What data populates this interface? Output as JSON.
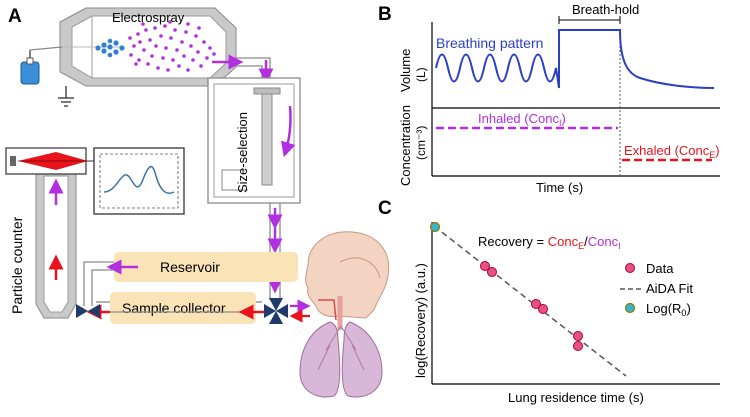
{
  "panel_a": {
    "letter": "A",
    "electrospray": "Electrospray",
    "size_selection": "Size-selection",
    "particle_counter": "Particle counter",
    "reservoir": "Reservoir",
    "sample_collector": "Sample collector"
  },
  "panel_b": {
    "letter": "B",
    "breath_hold": "Breath-hold",
    "breathing_pattern": "Breathing pattern",
    "volume_label": "Volume",
    "volume_unit": "(L)",
    "concentration_label": "Concentration",
    "concentration_unit": "(cm⁻³)",
    "inhaled_prefix": "Inhaled (Conc",
    "inhaled_sub": "I",
    "exhaled_prefix": "Exhaled (Conc",
    "exhaled_sub": "E",
    "close_paren": ")",
    "x_label": "Time (s)"
  },
  "panel_c": {
    "letter": "C",
    "formula_prefix": "Recovery = ",
    "formula_num": "Conc",
    "formula_num_sub": "E",
    "formula_slash": "/",
    "formula_den": "Conc",
    "formula_den_sub": "I",
    "legend_data": "Data",
    "legend_fit": "AiDA Fit",
    "legend_r0": "Log(R",
    "legend_r0_sub": "0",
    "legend_r0_close": ")",
    "y_label": "log(Recovery) (a.u.)",
    "x_label": "Lung residence time (s)"
  },
  "colors": {
    "blue_trace": "#2b3fc4",
    "magenta": "#b12fe0",
    "red": "#e8131c",
    "pink_point": "#e8508a",
    "teal_point": "#39b5c9",
    "reservoir_fill": "#fbe3b8",
    "gray_box": "#c9c9c9"
  }
}
